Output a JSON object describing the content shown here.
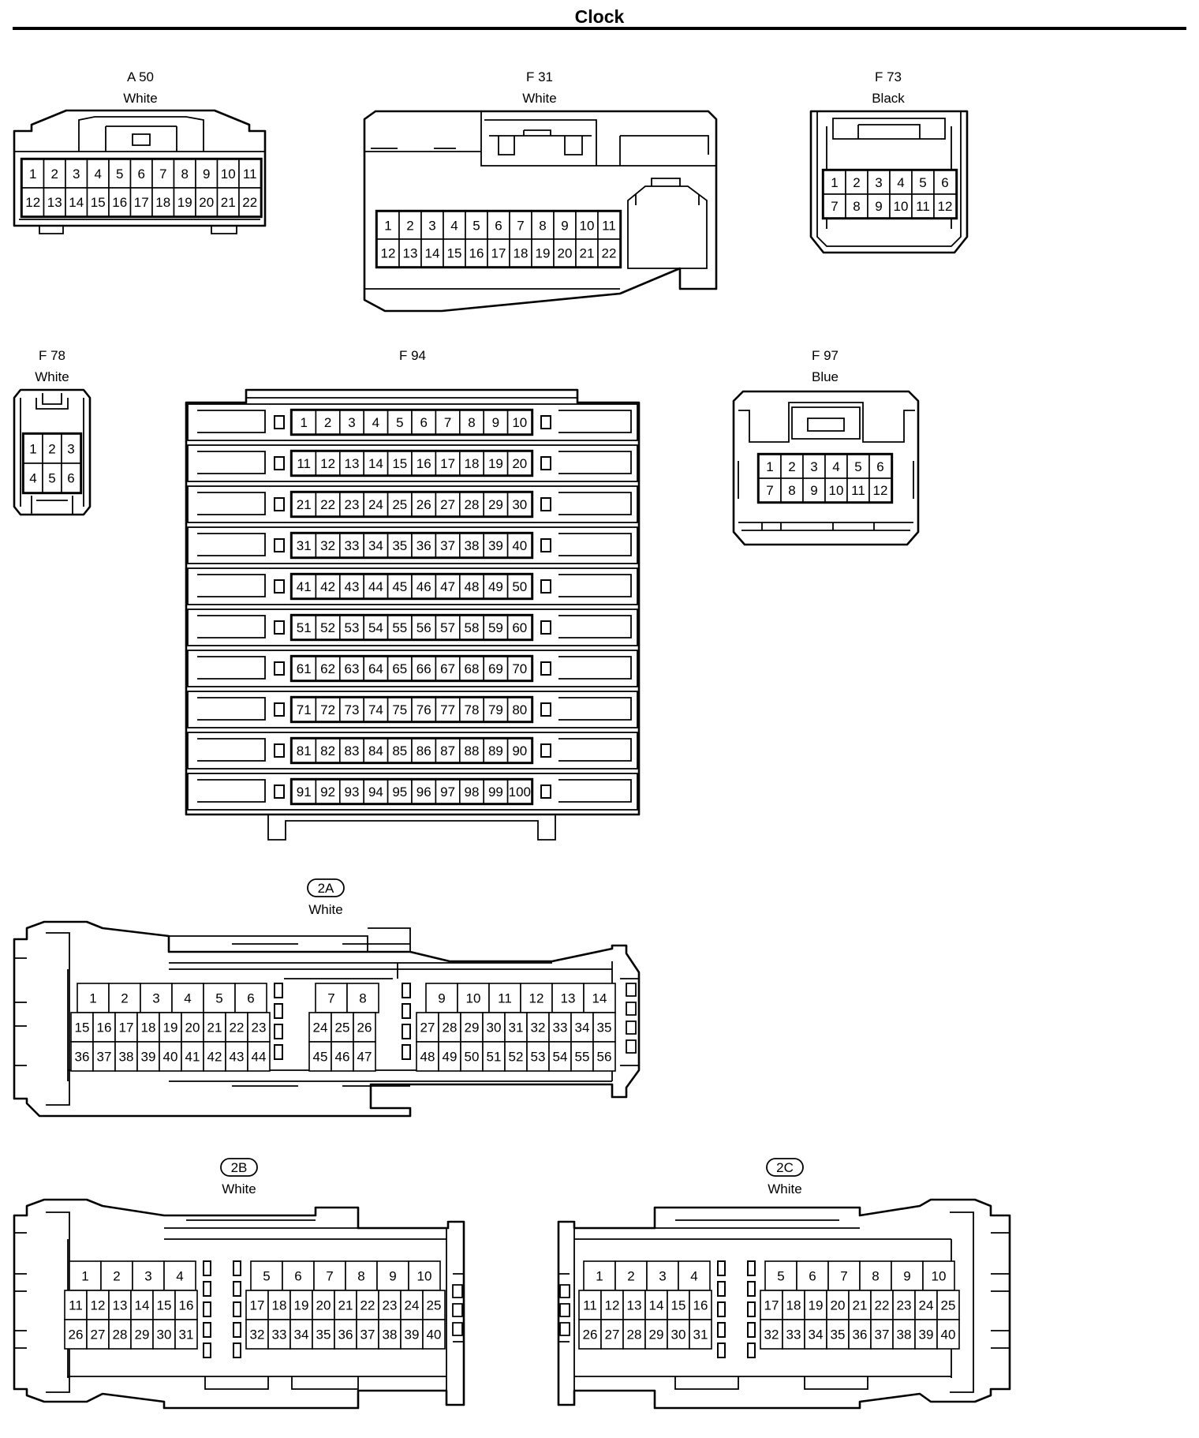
{
  "title": "Clock",
  "connectors": [
    {
      "id": "A 50",
      "color": "White",
      "rows": [
        [
          "1",
          "2",
          "3",
          "4",
          "5",
          "6",
          "7",
          "8",
          "9",
          "10",
          "11"
        ],
        [
          "12",
          "13",
          "14",
          "15",
          "16",
          "17",
          "18",
          "19",
          "20",
          "21",
          "22"
        ]
      ]
    },
    {
      "id": "F 31",
      "color": "White",
      "rows": [
        [
          "1",
          "2",
          "3",
          "4",
          "5",
          "6",
          "7",
          "8",
          "9",
          "10",
          "11"
        ],
        [
          "12",
          "13",
          "14",
          "15",
          "16",
          "17",
          "18",
          "19",
          "20",
          "21",
          "22"
        ]
      ]
    },
    {
      "id": "F 73",
      "color": "Black",
      "rows": [
        [
          "1",
          "2",
          "3",
          "4",
          "5",
          "6"
        ],
        [
          "7",
          "8",
          "9",
          "10",
          "11",
          "12"
        ]
      ]
    },
    {
      "id": "F 78",
      "color": "White",
      "rows": [
        [
          "1",
          "2",
          "3"
        ],
        [
          "4",
          "5",
          "6"
        ]
      ]
    },
    {
      "id": "F 94",
      "color": "",
      "rows": [
        [
          "1",
          "2",
          "3",
          "4",
          "5",
          "6",
          "7",
          "8",
          "9",
          "10"
        ],
        [
          "11",
          "12",
          "13",
          "14",
          "15",
          "16",
          "17",
          "18",
          "19",
          "20"
        ],
        [
          "21",
          "22",
          "23",
          "24",
          "25",
          "26",
          "27",
          "28",
          "29",
          "30"
        ],
        [
          "31",
          "32",
          "33",
          "34",
          "35",
          "36",
          "37",
          "38",
          "39",
          "40"
        ],
        [
          "41",
          "42",
          "43",
          "44",
          "45",
          "46",
          "47",
          "48",
          "49",
          "50"
        ],
        [
          "51",
          "52",
          "53",
          "54",
          "55",
          "56",
          "57",
          "58",
          "59",
          "60"
        ],
        [
          "61",
          "62",
          "63",
          "64",
          "65",
          "66",
          "67",
          "68",
          "69",
          "70"
        ],
        [
          "71",
          "72",
          "73",
          "74",
          "75",
          "76",
          "77",
          "78",
          "79",
          "80"
        ],
        [
          "81",
          "82",
          "83",
          "84",
          "85",
          "86",
          "87",
          "88",
          "89",
          "90"
        ],
        [
          "91",
          "92",
          "93",
          "94",
          "95",
          "96",
          "97",
          "98",
          "99",
          "100"
        ]
      ]
    },
    {
      "id": "F 97",
      "color": "Blue",
      "rows": [
        [
          "1",
          "2",
          "3",
          "4",
          "5",
          "6"
        ],
        [
          "7",
          "8",
          "9",
          "10",
          "11",
          "12"
        ]
      ]
    },
    {
      "id": "2A",
      "color": "White",
      "blocks": [
        {
          "rows": [
            [
              "1",
              "2",
              "3",
              "4",
              "5",
              "6"
            ],
            [
              "15",
              "16",
              "17",
              "18",
              "19",
              "20",
              "21",
              "22",
              "23"
            ],
            [
              "36",
              "37",
              "38",
              "39",
              "40",
              "41",
              "42",
              "43",
              "44"
            ]
          ]
        },
        {
          "rows": [
            [
              "7",
              "8"
            ],
            [
              "24",
              "25",
              "26"
            ],
            [
              "45",
              "46",
              "47"
            ]
          ]
        },
        {
          "rows": [
            [
              "9",
              "10",
              "11",
              "12",
              "13",
              "14"
            ],
            [
              "27",
              "28",
              "29",
              "30",
              "31",
              "32",
              "33",
              "34",
              "35"
            ],
            [
              "48",
              "49",
              "50",
              "51",
              "52",
              "53",
              "54",
              "55",
              "56"
            ]
          ]
        }
      ]
    },
    {
      "id": "2B",
      "color": "White",
      "blocks": [
        {
          "rows": [
            [
              "1",
              "2",
              "3",
              "4"
            ],
            [
              "11",
              "12",
              "13",
              "14",
              "15",
              "16"
            ],
            [
              "26",
              "27",
              "28",
              "29",
              "30",
              "31"
            ]
          ]
        },
        {
          "rows": [
            [
              "5",
              "6",
              "7",
              "8",
              "9",
              "10"
            ],
            [
              "17",
              "18",
              "19",
              "20",
              "21",
              "22",
              "23",
              "24",
              "25"
            ],
            [
              "32",
              "33",
              "34",
              "35",
              "36",
              "37",
              "38",
              "39",
              "40"
            ]
          ]
        }
      ]
    },
    {
      "id": "2C",
      "color": "White",
      "blocks": [
        {
          "rows": [
            [
              "1",
              "2",
              "3",
              "4"
            ],
            [
              "11",
              "12",
              "13",
              "14",
              "15",
              "16"
            ],
            [
              "26",
              "27",
              "28",
              "29",
              "30",
              "31"
            ]
          ]
        },
        {
          "rows": [
            [
              "5",
              "6",
              "7",
              "8",
              "9",
              "10"
            ],
            [
              "17",
              "18",
              "19",
              "20",
              "21",
              "22",
              "23",
              "24",
              "25"
            ],
            [
              "32",
              "33",
              "34",
              "35",
              "36",
              "37",
              "38",
              "39",
              "40"
            ]
          ]
        }
      ]
    }
  ]
}
